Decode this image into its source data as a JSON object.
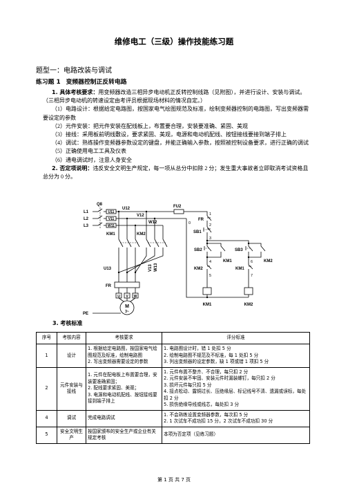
{
  "document": {
    "title": "维修电工（三级）操作技能练习题",
    "section_heading": "题型一：电路改装与调试",
    "task_label": "练习题 1",
    "task_title": "变频器控制正反转电路"
  },
  "requirements": {
    "lead": "1. 具体考核要求：",
    "text": "用变频器改造三相异步电动机正反转控制线路（见附图），并进行设计、安装与调试。（三相异步电动机的转速设定由考评员根据现场材料的情况自定。）",
    "items": [
      "（1）电路设计：根据给定电路图，按国家电气绘图规范及标准，绘制变频器控制的电路图，写出变频器需要设定的参数",
      "（2）元件安装：把元件安装在配线板上，布置要合理，安装要准确、紧固、美观",
      "（3）接线：采用板前明线敷设，要求紧固、美观，电源和电动机配线、按钮接线要接到端子排上",
      "（4）调试：熟练操作变频器参数设定的键盘，并能正确输入参数，按照被控制设备要求，进行正确的调试",
      "（5）正确使用电工工具及仪表",
      "（6）通电调试时，注意人身安全"
    ]
  },
  "negation": {
    "lead": "2. 否定项说明：",
    "text": "违反安全文明生产规定，每一项从总分中扣除 2 分；发生重大事故者立即取消考试资格且总分为 0 分。"
  },
  "diagram": {
    "labels": {
      "q8": "Q8",
      "l1": "L1",
      "l2": "L2",
      "l3": "L3",
      "u11": "U11",
      "v11": "V11",
      "w11": "W11",
      "u12": "U12",
      "v12": "V12",
      "w12": "W12",
      "km1_main": "KM1",
      "km2_main": "KM2",
      "u13": "U13",
      "v13": "V13",
      "w13": "W13",
      "fr_main": "FR",
      "u": "U",
      "v": "V",
      "w": "W",
      "m": "M",
      "phase": "3~",
      "pe": "PE",
      "fu2": "FU2",
      "n0": "0",
      "n1": "1",
      "n2": "2",
      "n3": "3",
      "n4": "4",
      "n5": "5",
      "n6": "6",
      "n7": "7",
      "fr_ctrl": "FR",
      "sb1": "SB1",
      "sb2": "SB2",
      "sb3": "SB3",
      "km1_hold": "KM1",
      "km2_hold": "KM2",
      "km2_inter": "KM2",
      "km1_inter": "KM1",
      "km1_coil": "KM1",
      "km2_coil": "KM2"
    }
  },
  "standard_heading": "3. 考核标准",
  "table": {
    "headers": [
      "序号",
      "考核内容",
      "考核要求",
      "评分标准"
    ],
    "rows": [
      {
        "no": "1",
        "content": "设计",
        "requirements": [
          "1. 根据给定电路图，按国家电气绘图规范及标准，绘制电路图",
          "2. 写出变频器需要设定的参数"
        ],
        "scoring": [
          "1. 电路图设计时，错 1 处扣 5 分",
          "2. 绘制电路图不规范及不标准，每 1 处扣 5 分",
          "3. 列出变频器的设定参数，缺 1 项或错 1 项扣 5 分"
        ]
      },
      {
        "no": "2",
        "content": "元件安装与接线",
        "requirements": [
          "1. 元件在配电板上布置要合理，安装要准确紧固；",
          "2. 配线要求紧固、美观；",
          "3. 电源和电动机配线、按钮接线要接到端子排上"
        ],
        "scoring": [
          "1. 元件布置不整齐、不合理，每只扣 2 分",
          "2. 元件安装不牢固、安装元件时漏装螺钉，每只扣 2 分",
          "3. 损坏元件每只扣 5 分",
          "4. 接点松动、露铜过长、压绝缘层、标记线号不清、遗漏或误标，每处扣 2 分",
          "5. 损伤绝缘导线或线芯，每处扣 3 分"
        ]
      },
      {
        "no": "4",
        "content": "调试",
        "requirements": [
          "完成电路调试"
        ],
        "scoring": [
          "1. 不会熟练设置变频器参数，每次扣 5 分",
          "2. 1 次试车不成功扣 15 分，2 次试车不成功扣 30 分"
        ]
      },
      {
        "no": "5",
        "content": "安全文明生产",
        "requirements": [
          "按国家颁布的安全生产或企业有关规定考核"
        ],
        "scoring": [
          "本项为否定项（见练习题）"
        ]
      }
    ]
  },
  "footer": "第 1 页 共 7 页"
}
